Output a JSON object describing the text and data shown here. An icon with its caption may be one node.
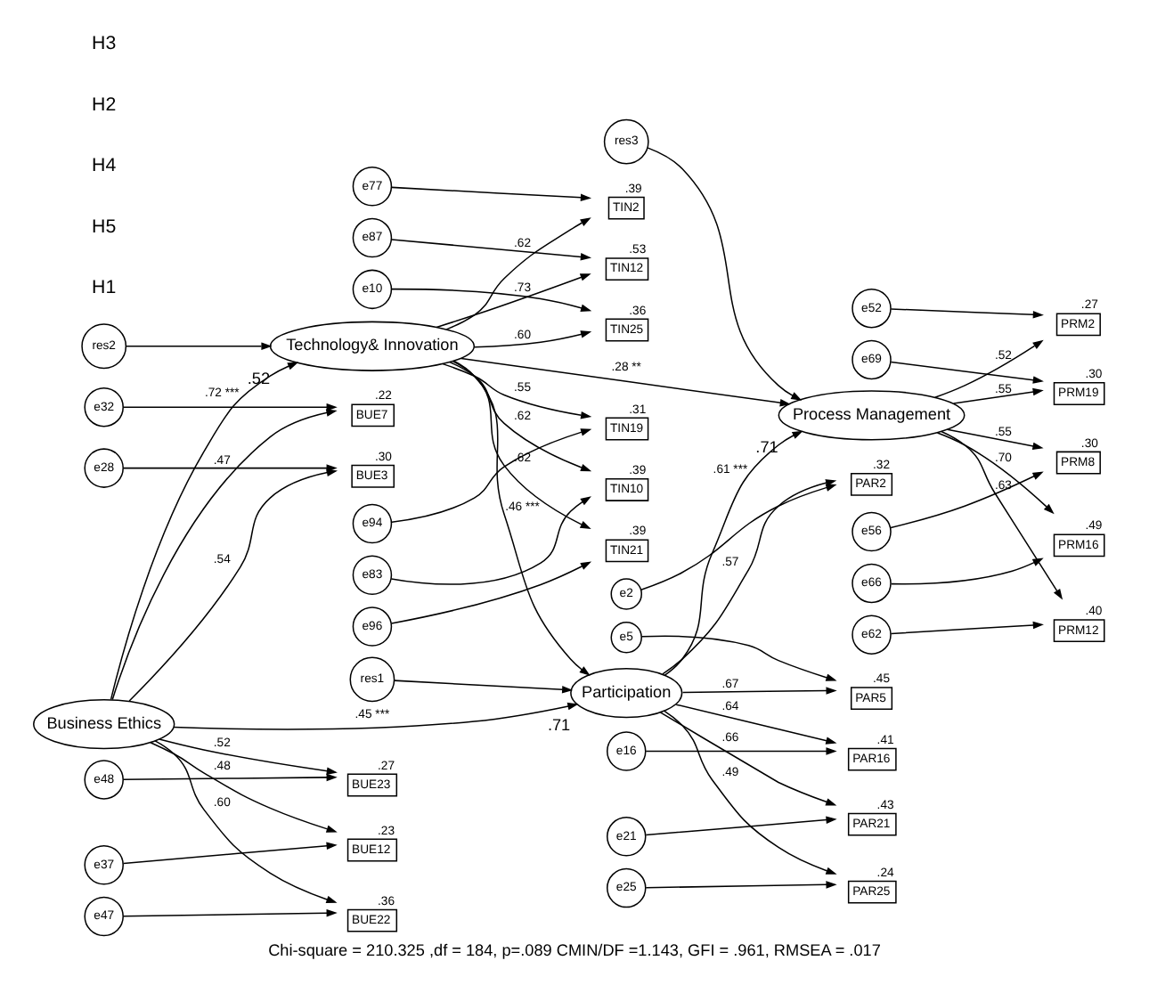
{
  "diagram": {
    "caption": "Chi-square = 210.325 ,df = 184, p=.089 CMIN/DF =1.143, GFI = .961, RMSEA = .017",
    "nodes": [
      {
        "text": [
          "Participation"
        ],
        "beside": [
          ".71"
        ]
      },
      {
        "text": [
          "Business Ethics"
        ]
      },
      {
        "text": [
          "Process Management"
        ],
        "beside": [
          ".71"
        ]
      },
      {
        "text": [
          "Technology& Innovation"
        ],
        "beside": [
          ".52"
        ]
      },
      {
        "text": [
          "res1"
        ]
      },
      {
        "text": [
          "res3"
        ]
      },
      {
        "text": [
          "res2"
        ]
      },
      {
        "text": [
          "PAR2"
        ],
        "beside": [
          ".32"
        ]
      },
      {
        "text": [
          "PAR5"
        ],
        "beside": [
          ".45"
        ]
      },
      {
        "text": [
          "PAR16"
        ],
        "beside": [
          ".41"
        ]
      },
      {
        "text": [
          "PAR21"
        ],
        "beside": [
          ".43"
        ]
      },
      {
        "text": [
          "PAR25"
        ],
        "beside": [
          ".24"
        ]
      },
      {
        "text": [
          "e2"
        ]
      },
      {
        "text": [
          "e5"
        ]
      },
      {
        "text": [
          "e16"
        ]
      },
      {
        "text": [
          "e21"
        ]
      },
      {
        "text": [
          "e25"
        ]
      },
      {
        "text": [
          "BUE3"
        ],
        "beside": [
          ".30"
        ]
      },
      {
        "text": [
          "BUE7"
        ],
        "beside": [
          ".22"
        ]
      },
      {
        "text": [
          "BUE12"
        ],
        "beside": [
          ".23"
        ]
      },
      {
        "text": [
          "BUE22"
        ],
        "beside": [
          ".36"
        ]
      },
      {
        "text": [
          "BUE23"
        ],
        "beside": [
          ".27"
        ]
      },
      {
        "text": [
          "e28"
        ]
      },
      {
        "text": [
          "e32"
        ]
      },
      {
        "text": [
          "e37"
        ]
      },
      {
        "text": [
          "e47"
        ]
      },
      {
        "text": [
          "e48"
        ]
      },
      {
        "text": [
          "PRM2"
        ],
        "beside": [
          ".27"
        ]
      },
      {
        "text": [
          "PRM8"
        ],
        "beside": [
          ".30"
        ]
      },
      {
        "text": [
          "PRM12"
        ],
        "beside": [
          ".40"
        ]
      },
      {
        "text": [
          "PRM16"
        ],
        "beside": [
          ".49"
        ]
      },
      {
        "text": [
          "PRM19"
        ],
        "beside": [
          ".30"
        ]
      },
      {
        "text": [
          "e52"
        ]
      },
      {
        "text": [
          "e56"
        ]
      },
      {
        "text": [
          "e62"
        ]
      },
      {
        "text": [
          "e66"
        ]
      },
      {
        "text": [
          "e69"
        ]
      },
      {
        "text": [
          "TIN2"
        ],
        "beside": [
          ".39"
        ]
      },
      {
        "text": [
          "TIN10"
        ],
        "beside": [
          ".39"
        ]
      },
      {
        "text": [
          "TIN12"
        ],
        "beside": [
          ".53"
        ]
      },
      {
        "text": [
          "TIN19"
        ],
        "beside": [
          ".31"
        ]
      },
      {
        "text": [
          "TIN21"
        ],
        "beside": [
          ".39"
        ]
      },
      {
        "text": [
          "TIN25"
        ],
        "beside": [
          ".36"
        ]
      },
      {
        "text": [
          "e77"
        ]
      },
      {
        "text": [
          "e83"
        ]
      },
      {
        "text": [
          "e87"
        ]
      },
      {
        "text": [
          "e94"
        ]
      },
      {
        "text": [
          "e96"
        ]
      },
      {
        "text": [
          "e10"
        ]
      }
    ],
    "edges": [
      {
        "from": 1,
        "to": 0,
        "arrow": "to",
        "label": ".45 ***"
      },
      {
        "from": 0,
        "to": 2,
        "arrow": "to",
        "label": ".61 ***"
      },
      {
        "from": 3,
        "to": 0,
        "arrow": "to",
        "label": ".46 ***"
      },
      {
        "from": 1,
        "to": 3,
        "arrow": "to",
        "label": ".72 ***"
      },
      {
        "from": 3,
        "to": 2,
        "arrow": "to",
        "label": ".28 **"
      },
      {
        "from": 4,
        "to": 0,
        "arrow": "to"
      },
      {
        "from": 5,
        "to": 2,
        "arrow": "to"
      },
      {
        "from": 6,
        "to": 3,
        "arrow": "to"
      },
      {
        "from": 0,
        "to": 7,
        "arrow": "to",
        "label": ".57"
      },
      {
        "from": 0,
        "to": 8,
        "arrow": "to",
        "label": ".67"
      },
      {
        "from": 0,
        "to": 9,
        "arrow": "to",
        "label": ".64"
      },
      {
        "from": 0,
        "to": 10,
        "arrow": "to",
        "label": ".66"
      },
      {
        "from": 0,
        "to": 11,
        "arrow": "to",
        "label": ".49"
      },
      {
        "from": 12,
        "to": 7,
        "arrow": "to"
      },
      {
        "from": 13,
        "to": 8,
        "arrow": "to"
      },
      {
        "from": 14,
        "to": 9,
        "arrow": "to"
      },
      {
        "from": 15,
        "to": 10,
        "arrow": "to"
      },
      {
        "from": 16,
        "to": 11,
        "arrow": "to"
      },
      {
        "from": 1,
        "to": 17,
        "arrow": "to",
        "label": ".54"
      },
      {
        "from": 1,
        "to": 18,
        "arrow": "to",
        "label": ".47"
      },
      {
        "from": 1,
        "to": 19,
        "arrow": "to",
        "label": ".48"
      },
      {
        "from": 1,
        "to": 20,
        "arrow": "to",
        "label": ".60"
      },
      {
        "from": 1,
        "to": 21,
        "arrow": "to",
        "label": ".52"
      },
      {
        "from": 22,
        "to": 17,
        "arrow": "to"
      },
      {
        "from": 23,
        "to": 18,
        "arrow": "to"
      },
      {
        "from": 24,
        "to": 19,
        "arrow": "to"
      },
      {
        "from": 25,
        "to": 20,
        "arrow": "to"
      },
      {
        "from": 26,
        "to": 21,
        "arrow": "to"
      },
      {
        "from": 2,
        "to": 27,
        "arrow": "to",
        "label": ".52"
      },
      {
        "from": 2,
        "to": 28,
        "arrow": "to",
        "label": ".55"
      },
      {
        "from": 2,
        "to": 29,
        "arrow": "to",
        "label": ".63"
      },
      {
        "from": 2,
        "to": 30,
        "arrow": "to",
        "label": ".70"
      },
      {
        "from": 2,
        "to": 31,
        "arrow": "to",
        "label": ".55"
      },
      {
        "from": 32,
        "to": 27,
        "arrow": "to"
      },
      {
        "from": 33,
        "to": 28,
        "arrow": "to"
      },
      {
        "from": 34,
        "to": 29,
        "arrow": "to"
      },
      {
        "from": 35,
        "to": 30,
        "arrow": "to"
      },
      {
        "from": 36,
        "to": 31,
        "arrow": "to"
      },
      {
        "from": 3,
        "to": 37,
        "arrow": "to",
        "label": ".62"
      },
      {
        "from": 3,
        "to": 38,
        "arrow": "to",
        "label": ".62"
      },
      {
        "from": 3,
        "to": 39,
        "arrow": "to",
        "label": ".73"
      },
      {
        "from": 3,
        "to": 40,
        "arrow": "to",
        "label": ".55"
      },
      {
        "from": 3,
        "to": 41,
        "arrow": "to",
        "label": ".62"
      },
      {
        "from": 3,
        "to": 42,
        "arrow": "to",
        "label": ".60"
      },
      {
        "from": 43,
        "to": 37,
        "arrow": "to"
      },
      {
        "from": 44,
        "to": 38,
        "arrow": "to"
      },
      {
        "from": 45,
        "to": 39,
        "arrow": "to"
      },
      {
        "from": 46,
        "to": 40,
        "arrow": "to"
      },
      {
        "from": 47,
        "to": 41,
        "arrow": "to"
      },
      {
        "from": 48,
        "to": 42,
        "arrow": "to"
      }
    ],
    "labels": [
      "H1",
      "H5",
      "H4",
      "H2",
      "H3"
    ]
  }
}
